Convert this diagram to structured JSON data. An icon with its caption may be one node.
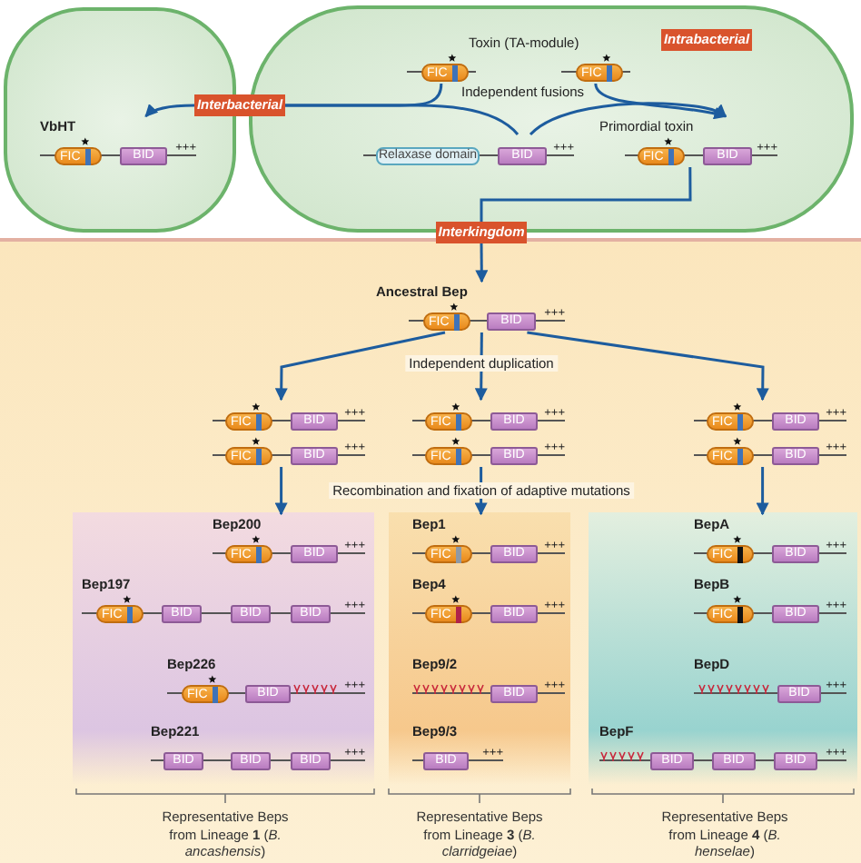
{
  "diagram": {
    "nodes": [
      {
        "text": [],
        "shape": "box"
      },
      {
        "text": [],
        "shape": "box"
      },
      {
        "text": [
          "Intrabacterial"
        ],
        "in": 1
      },
      {
        "text": [],
        "shape": "bar",
        "in": 1
      },
      {
        "text": [
          "FIC"
        ],
        "in": 3
      },
      {
        "text": [],
        "shape": "bar",
        "in": 1
      },
      {
        "text": [
          "FIC"
        ],
        "in": 5
      },
      {
        "text": [
          "+++"
        ],
        "in": 1
      },
      {
        "text": [
          "Relaxase domain"
        ],
        "in": 7
      },
      {
        "text": [
          "BID"
        ],
        "in": 7
      },
      {
        "text": [
          "Primordial toxin",
          "+++"
        ],
        "in": 1
      },
      {
        "text": [
          "FIC"
        ],
        "in": 10
      },
      {
        "text": [
          "BID"
        ],
        "in": 10
      },
      {
        "text": [
          "VbHT",
          "+++"
        ],
        "in": 0
      },
      {
        "text": [
          "FIC"
        ],
        "in": 13
      },
      {
        "text": [
          "BID"
        ],
        "in": 13
      },
      {
        "text": [],
        "shape": "box"
      },
      {
        "text": [
          "Ancestral Bep",
          "+++"
        ],
        "in": 16
      },
      {
        "text": [
          "FIC"
        ],
        "in": 17
      },
      {
        "text": [
          "BID"
        ],
        "in": 17
      },
      {
        "text": [
          "+++"
        ],
        "in": 16
      },
      {
        "text": [
          "FIC"
        ],
        "in": 20
      },
      {
        "text": [
          "BID"
        ],
        "in": 20
      },
      {
        "text": [
          "+++"
        ],
        "in": 16
      },
      {
        "text": [
          "FIC"
        ],
        "in": 23
      },
      {
        "text": [
          "BID"
        ],
        "in": 23
      },
      {
        "text": [
          "+++"
        ],
        "in": 16
      },
      {
        "text": [
          "FIC"
        ],
        "in": 26
      },
      {
        "text": [
          "BID"
        ],
        "in": 26
      },
      {
        "text": [
          "+++"
        ],
        "in": 16
      },
      {
        "text": [
          "FIC"
        ],
        "in": 29
      },
      {
        "text": [
          "BID"
        ],
        "in": 29
      },
      {
        "text": [
          "+++"
        ],
        "in": 16
      },
      {
        "text": [
          "FIC"
        ],
        "in": 32
      },
      {
        "text": [
          "BID"
        ],
        "in": 32
      },
      {
        "text": [
          "+++"
        ],
        "in": 16
      },
      {
        "text": [
          "FIC"
        ],
        "in": 35
      },
      {
        "text": [
          "BID"
        ],
        "in": 35
      },
      {
        "text": [],
        "shape": "box",
        "in": 16
      },
      {
        "text": [
          "Bep200",
          "+++"
        ],
        "in": 38
      },
      {
        "text": [
          "FIC"
        ],
        "in": 39
      },
      {
        "text": [
          "BID"
        ],
        "in": 39
      },
      {
        "text": [
          "Bep197",
          "+++"
        ],
        "in": 38
      },
      {
        "text": [
          "FIC"
        ],
        "in": 42
      },
      {
        "text": [
          "BID"
        ],
        "in": 42
      },
      {
        "text": [
          "BID"
        ],
        "in": 42
      },
      {
        "text": [
          "BID"
        ],
        "in": 42
      },
      {
        "text": [
          "Bep226",
          "+++"
        ],
        "in": 38
      },
      {
        "text": [
          "FIC"
        ],
        "in": 47
      },
      {
        "text": [
          "BID"
        ],
        "in": 47
      },
      {
        "text": [
          "Bep221",
          "+++"
        ],
        "in": 38
      },
      {
        "text": [
          "BID"
        ],
        "in": 50
      },
      {
        "text": [
          "BID"
        ],
        "in": 50
      },
      {
        "text": [
          "BID"
        ],
        "in": 50
      },
      {
        "text": [],
        "shape": "box",
        "in": 16
      },
      {
        "text": [
          "Bep1",
          "+++"
        ],
        "in": 54
      },
      {
        "text": [
          "FIC"
        ],
        "in": 55
      },
      {
        "text": [
          "BID"
        ],
        "in": 55
      },
      {
        "text": [
          "Bep4",
          "+++"
        ],
        "in": 54
      },
      {
        "text": [
          "FIC"
        ],
        "in": 58
      },
      {
        "text": [
          "BID"
        ],
        "in": 58
      },
      {
        "text": [
          "Bep9/2",
          "+++"
        ],
        "in": 54
      },
      {
        "text": [
          "BID"
        ],
        "in": 61
      },
      {
        "text": [
          "Bep9/3",
          "+++"
        ],
        "in": 54
      },
      {
        "text": [
          "BID"
        ],
        "in": 63
      },
      {
        "text": [],
        "shape": "box",
        "in": 16
      },
      {
        "text": [
          "BepA",
          "+++"
        ],
        "in": 65
      },
      {
        "text": [
          "FIC"
        ],
        "in": 66
      },
      {
        "text": [
          "BID"
        ],
        "in": 66
      },
      {
        "text": [
          "BepB",
          "+++"
        ],
        "in": 65
      },
      {
        "text": [
          "FIC"
        ],
        "in": 69
      },
      {
        "text": [
          "BID"
        ],
        "in": 69
      },
      {
        "text": [
          "BepD",
          "+++"
        ],
        "in": 65
      },
      {
        "text": [
          "BID"
        ],
        "in": 72
      },
      {
        "text": [
          "BepF",
          "+++"
        ],
        "in": 65
      },
      {
        "text": [
          "BID"
        ],
        "in": 74
      },
      {
        "text": [
          "BID"
        ],
        "in": 74
      },
      {
        "text": [
          "BID"
        ],
        "in": 74
      },
      {
        "text": [
          "Interbacterial"
        ]
      },
      {
        "text": [
          "Interkingdom"
        ]
      }
    ],
    "edges": [
      {
        "from": 3,
        "to": 78,
        "arrow": "none"
      },
      {
        "from": 7,
        "to": 78,
        "arrow": "none"
      },
      {
        "from": 78,
        "to": 13,
        "arrow": "to"
      },
      {
        "from": 5,
        "to": 10,
        "arrow": "to"
      },
      {
        "from": 7,
        "to": 10,
        "arrow": "to"
      },
      {
        "from": 10,
        "to": 79,
        "arrow": "none"
      },
      {
        "from": 79,
        "to": 17,
        "arrow": "to"
      },
      {
        "from": 17,
        "to": 20,
        "arrow": "to"
      },
      {
        "from": 17,
        "to": 26,
        "arrow": "to",
        "label": "Independent duplication"
      },
      {
        "from": 17,
        "to": 32,
        "arrow": "to"
      },
      {
        "from": 23,
        "to": 39,
        "arrow": "to"
      },
      {
        "from": 29,
        "to": 55,
        "arrow": "to",
        "label": "Recombination and fixation of adaptive mutations"
      },
      {
        "from": 35,
        "to": 66,
        "arrow": "to"
      }
    ],
    "labels": [
      "Toxin (TA-module)",
      "Independent fusions",
      "Representative Beps from Lineage **1** (*B. ancashensis*)",
      "Representative Beps from Lineage **3** (*B. clarridgeiae*)",
      "Representative Beps from Lineage **4** (*B. henselae*)"
    ]
  }
}
